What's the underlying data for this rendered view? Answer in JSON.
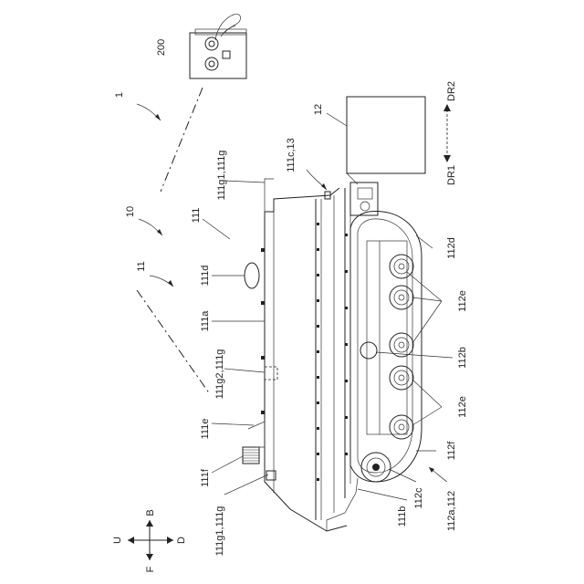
{
  "labels": {
    "remote": "200",
    "system": "1",
    "vehicle": "10",
    "body_assembly": "11",
    "body": "111",
    "cover_rear": "111g1,111g",
    "cover_mid": "111g2,111g",
    "cover_front": "111g1,111g",
    "hatch": "111d",
    "top_panel": "111a",
    "ladder_mount": "111e",
    "ladder": "111f",
    "front_guard": "111b",
    "drive_unit": "111c,13",
    "box": "12",
    "track_rear": "112d",
    "wheels_upper": "112e",
    "center": "112b",
    "wheels_lower": "112e",
    "track_front": "112f",
    "sprocket": "112c",
    "crawler": "112a,112"
  },
  "directions": {
    "dr1": "DR1",
    "dr2": "DR2",
    "up": "U",
    "front": "F",
    "back": "B",
    "down": "D"
  }
}
